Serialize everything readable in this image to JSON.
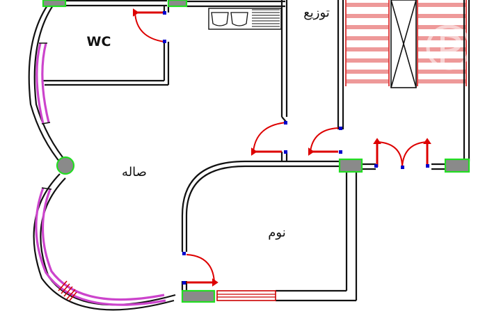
{
  "rooms": {
    "wc": "WC",
    "hall": "صاله",
    "bedroom": "نوم",
    "distribution": "توزيع"
  },
  "watermark": "P",
  "colors": {
    "wall": "#111111",
    "door": "#dd0000",
    "column": "#8a8a8a",
    "column_border": "#22dd22",
    "curved_window": "#cc44cc",
    "stairs": "#ee9999",
    "hinge": "#0000cc",
    "hatch": "#cc0000"
  }
}
